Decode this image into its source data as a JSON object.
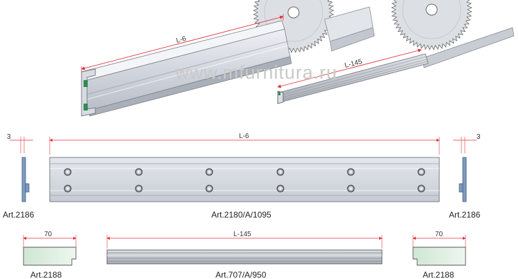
{
  "watermark": "www.mfurnitura.ru",
  "top_view": {
    "long_profile_dim": "L-6",
    "short_profile_dim": "L-145"
  },
  "drawing": {
    "left_gap_dim": "3",
    "right_gap_dim": "3",
    "main_length_dim": "L-6",
    "left_cap_label": "Art.2186",
    "main_profile_label": "Art.2180/A/1095",
    "right_cap_label": "Art.2186",
    "left_block_dim": "70",
    "strip_length_dim": "L-145",
    "right_block_dim": "70",
    "left_block_label": "Art.2188",
    "strip_label": "Art.707/A/950",
    "right_block_label": "Art.2188"
  },
  "colors": {
    "dimension_line": "#e0303a",
    "profile_fill": "#d3d6dd",
    "cap_fill": "#7f9cc0",
    "block_fill": "#d9ecdc"
  }
}
